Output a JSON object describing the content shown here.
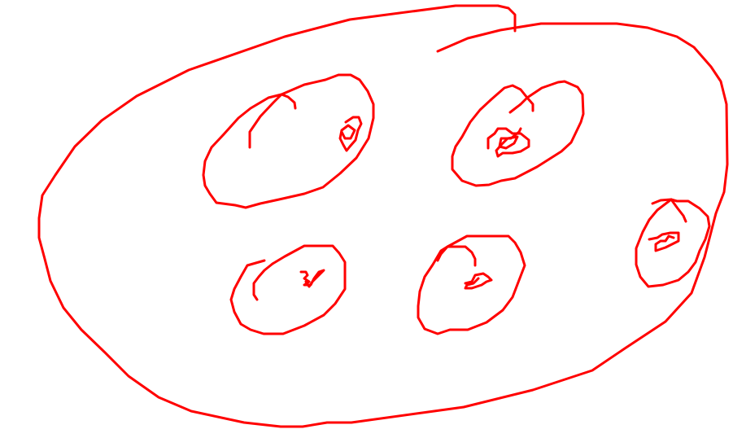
{
  "canvas": {
    "background_color": "#ffffff"
  },
  "stroke": {
    "color": "#ff0000"
  },
  "drawing": {
    "big_outline_count": 1,
    "small_loops_count": 5,
    "inner_scribbles_count": 5
  }
}
